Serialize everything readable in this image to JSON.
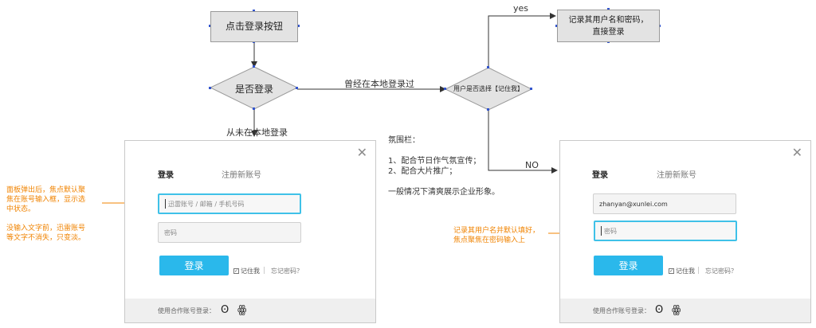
{
  "flow": {
    "click_login": "点击登录按钮",
    "is_logged_in": "是否登录",
    "remember_choice": "用户是否选择【记住我】",
    "record_user": "记录其用户名和密码，\n直接登录",
    "edge_logged_before": "曾经在本地登录过",
    "edge_never_logged": "从未在本地登录",
    "edge_yes": "yes",
    "edge_no": "NO"
  },
  "notes": {
    "atmosphere": "氛围栏：\n\n1、配合节日作气氛宣传；\n2、配合大片推广；\n\n一般情况下清爽展示企业形象。",
    "left_focus": "面板弹出后，焦点默认聚\n焦在账号输入框，显示选\n中状态。",
    "left_placeholder": "没输入文字前，迅雷账号\n等文字不消失，只变淡。",
    "right_focus": "记录其用户名并默认填好，\n焦点聚焦在密码输入上"
  },
  "panel_left": {
    "close": "✕",
    "tab_login": "登录",
    "tab_register": "注册新账号",
    "account_placeholder": "迅雷账号 / 邮箱 / 手机号码",
    "password_placeholder": "密码",
    "login_button": "登录",
    "remember": "记住我",
    "forgot": "忘记密码？",
    "footer": "使用合作账号登录：",
    "weibo": "Ꙩ",
    "qq": "ꙮ"
  },
  "panel_right": {
    "close": "✕",
    "tab_login": "登录",
    "tab_register": "注册新账号",
    "account_value": "zhanyan@xunlei.com",
    "password_placeholder": "密码",
    "login_button": "登录",
    "remember": "记住我",
    "forgot": "忘记密码？",
    "footer": "使用合作账号登录：",
    "weibo": "Ꙩ",
    "qq": "ꙮ"
  },
  "colors": {
    "accent": "#2ab8eb",
    "focus": "#3fc1e8",
    "annotation": "#f08300",
    "node_fill": "#e3e3e3"
  }
}
